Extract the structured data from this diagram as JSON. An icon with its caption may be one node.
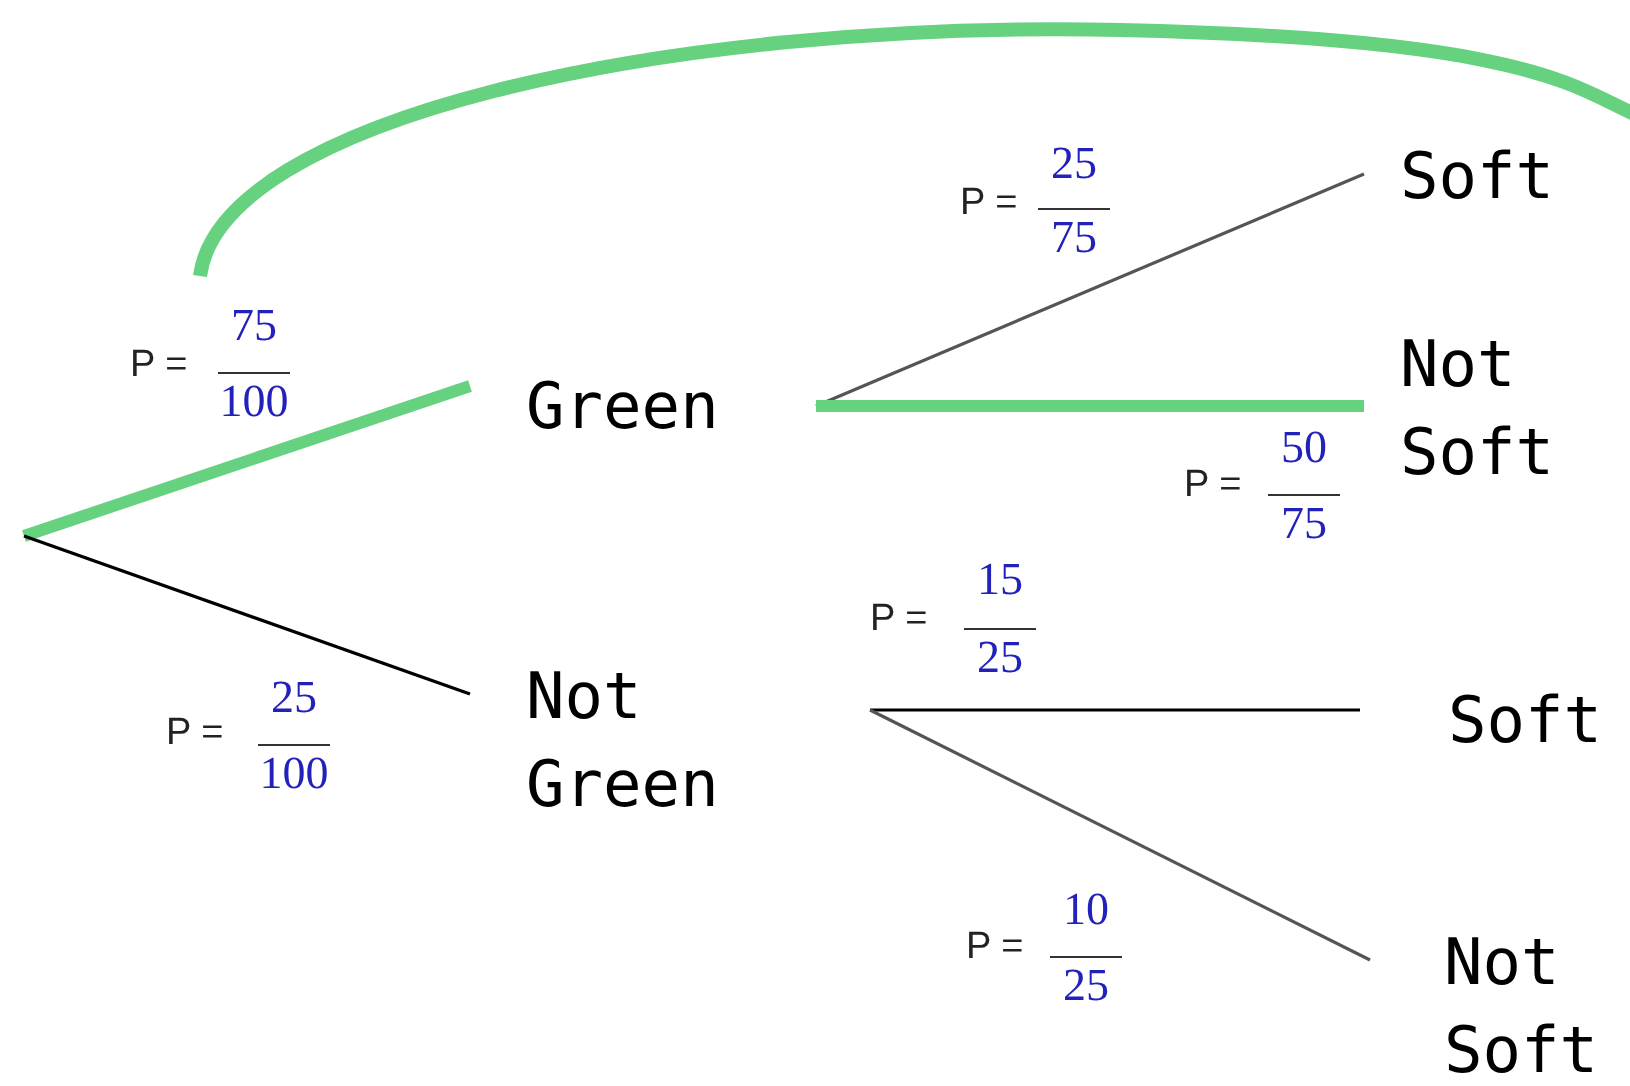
{
  "diagram": {
    "nodes": [
      {
        "text": [
          "Green"
        ]
      },
      {
        "text": [
          "Not Green"
        ]
      },
      {
        "text": [
          "Soft"
        ]
      },
      {
        "text": [
          "Not Soft"
        ]
      },
      {
        "text": [
          "Soft"
        ]
      },
      {
        "text": [
          "Not Soft"
        ]
      }
    ],
    "edges": [
      {
        "from": null,
        "to": 0,
        "arrow": "none",
        "style": "thick",
        "color": "#66d17e"
      },
      {
        "from": null,
        "to": 1,
        "arrow": "none",
        "color": "#000000"
      },
      {
        "from": 0,
        "to": 2,
        "arrow": "none",
        "color": "#555555"
      },
      {
        "from": 0,
        "to": 3,
        "arrow": "none",
        "style": "thick",
        "color": "#66d17e"
      },
      {
        "from": 1,
        "to": 4,
        "arrow": "none",
        "color": "#000000"
      },
      {
        "from": 1,
        "to": 5,
        "arrow": "none",
        "color": "#555555"
      }
    ],
    "labels": [
      "P =",
      "75",
      "100",
      "P =",
      "25",
      "75",
      "P =",
      "50",
      "75",
      "P =",
      "25",
      "100",
      "P =",
      "15",
      "25",
      "P =",
      "10",
      "25"
    ]
  }
}
